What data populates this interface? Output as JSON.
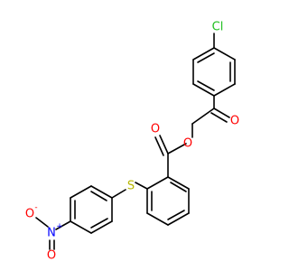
{
  "colors": {
    "bond": "#000000",
    "carbon": "#000000",
    "oxygen": "#ff0000",
    "nitrogen": "#0000ff",
    "sulfur": "#b8b800",
    "chlorine": "#1fbf1f"
  },
  "atoms": {
    "cl": {
      "symbol": "Cl",
      "element": "chlorine"
    },
    "o_ketone": {
      "symbol": "O",
      "element": "oxygen"
    },
    "o_ester": {
      "symbol": "O",
      "element": "oxygen"
    },
    "o_carbonyl": {
      "symbol": "O",
      "element": "oxygen"
    },
    "s": {
      "symbol": "S",
      "element": "sulfur"
    },
    "n": {
      "symbol": "N",
      "element": "nitrogen",
      "charge": "+"
    },
    "o_nitro_top": {
      "symbol": "O",
      "element": "oxygen",
      "charge": "-"
    },
    "o_nitro_bottom": {
      "symbol": "O",
      "element": "oxygen"
    }
  }
}
